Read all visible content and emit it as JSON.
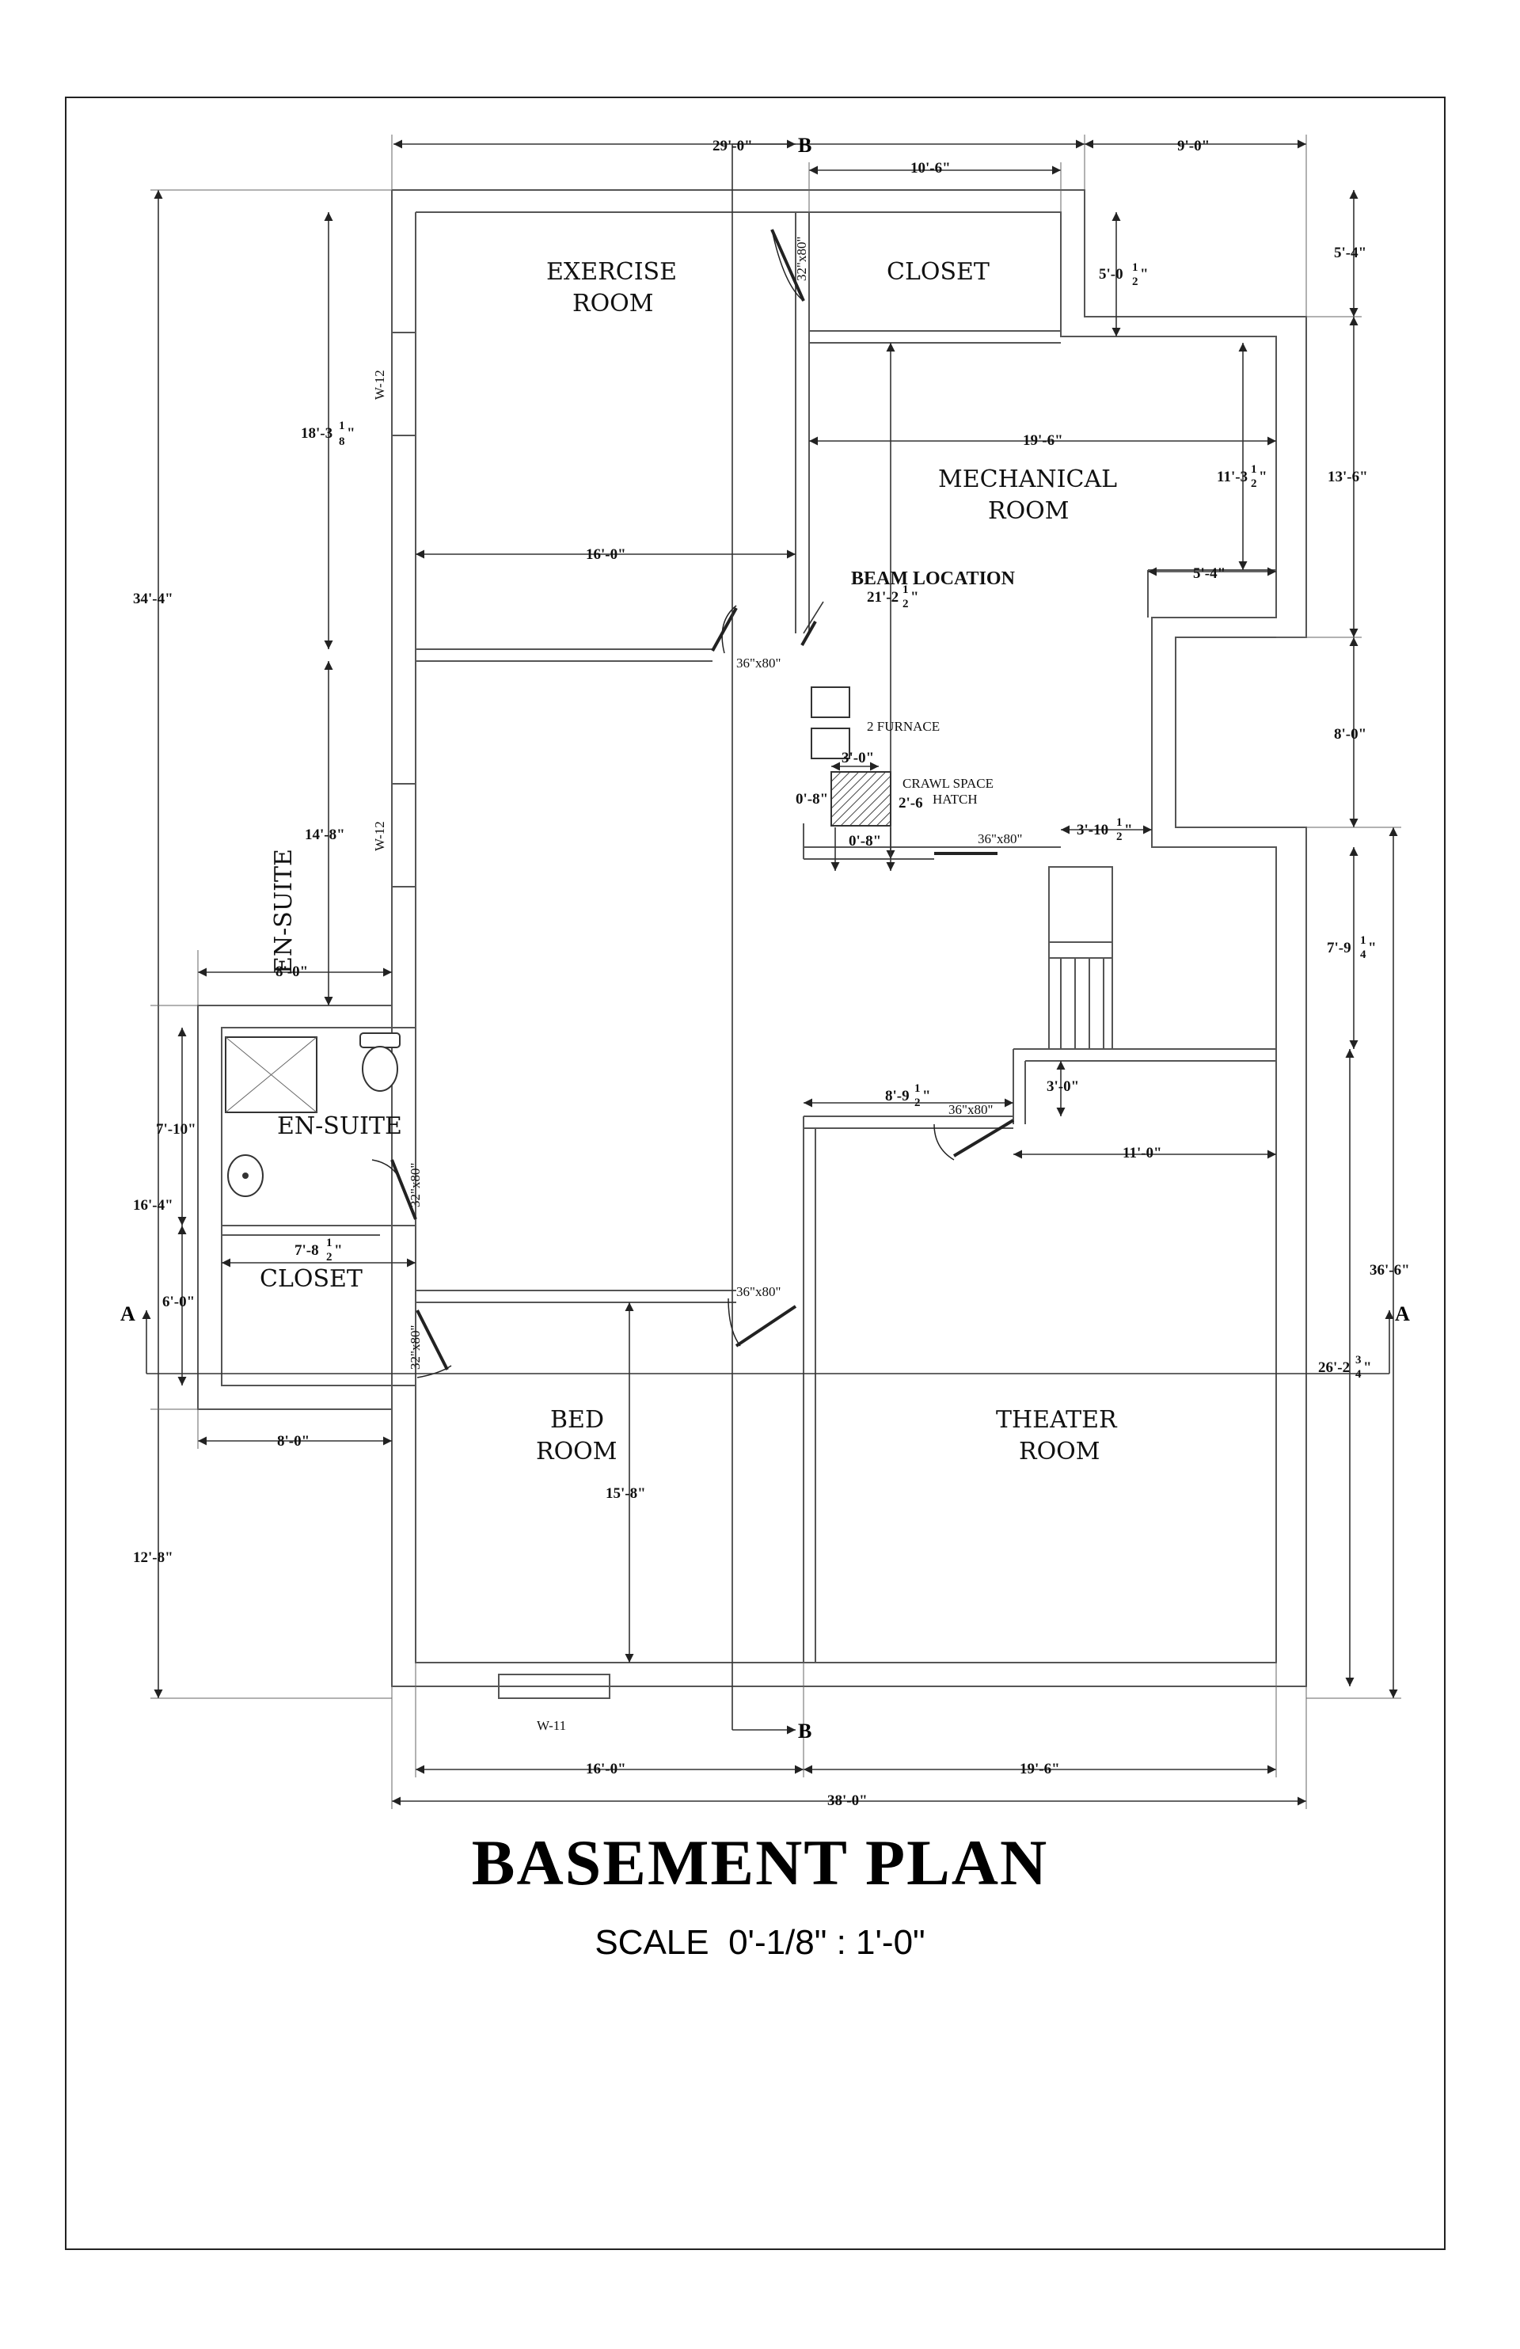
{
  "title": "BASEMENT PLAN",
  "scale": "SCALE  0'-1/8\" : 1'-0\"",
  "rooms": {
    "exercise_1": "EXERCISE",
    "exercise_2": "ROOM",
    "closet_top": "CLOSET",
    "mechanical_1": "MECHANICAL",
    "mechanical_2": "ROOM",
    "ensuite_vertical": "EN-SUITE",
    "ensuite": "EN-SUITE",
    "closet_left": "CLOSET",
    "bed_1": "BED",
    "bed_2": "ROOM",
    "theater_1": "THEATER",
    "theater_2": "ROOM"
  },
  "notes": {
    "beam": "BEAM LOCATION",
    "furnace": "2 FURNACE",
    "crawl_1": "CRAWL SPACE",
    "crawl_2": "HATCH"
  },
  "windows": {
    "w12_top": "W-12",
    "w12_mid": "W-12",
    "w11": "W-11"
  },
  "doors": {
    "d_exercise_closet": "32\"x80\"",
    "d_exercise": "36\"x80\"",
    "d_mech": "36\"x80\"",
    "d_theater_upper": "36\"x80\"",
    "d_ensuite": "32\"x80\"",
    "d_bed_upper": "36\"x80\"",
    "d_bed_lower": "32\"x80\""
  },
  "section_marks": {
    "top_b": "B",
    "bottom_b": "B",
    "left_a": "A",
    "right_a": "A"
  },
  "dims": {
    "top_29": "29'-0\"",
    "top_9": "9'-0\"",
    "top_10_6": "10'-6\"",
    "r_5_0": "5'-0",
    "r_5_0_frac": "1",
    "r_5_0_frac2": "2",
    "r_5_4": "5'-4\"",
    "r_13_6": "13'-6\"",
    "r_8_0": "8'-0\"",
    "r_7_9": "7'-9",
    "r_7_9_f1": "1",
    "r_7_9_f2": "4",
    "r_36_6": "36'-6\"",
    "r_26_2": "26'-2",
    "r_26_2_f1": "3",
    "r_26_2_f2": "4",
    "mech_19_6": "19'-6\"",
    "mech_11_3": "11'-3",
    "mech_11_3_f1": "1",
    "mech_11_3_f2": "2",
    "mech_5_4": "5'-4\"",
    "beam_21_2": "21'-2",
    "beam_21_2_f1": "1",
    "beam_21_2_f2": "2",
    "ex_18_3": "18'-3",
    "ex_18_3_f1": "1",
    "ex_18_3_f2": "8",
    "ex_16_0": "16'-0\"",
    "l_34_4": "34'-4\"",
    "l_14_8": "14'-8\"",
    "l_8_0_top": "8'-0\"",
    "l_7_10": "7'-10\"",
    "l_16_4": "16'-4\"",
    "l_6_0": "6'-0\"",
    "l_7_8": "7'-8",
    "l_7_8_f1": "1",
    "l_7_8_f2": "2",
    "l_8_0_bot": "8'-0\"",
    "l_12_8": "12'-8\"",
    "f_3_0": "3'-0\"",
    "f_0_8a": "0'-8\"",
    "f_2_6": "2'-6",
    "f_0_8b": "0'-8\"",
    "f_3_10": "3'-10",
    "f_3_10_f1": "1",
    "f_3_10_f2": "2",
    "th_8_9": "8'-9",
    "th_8_9_f1": "1",
    "th_8_9_f2": "2",
    "th_3_0": "3'-0\"",
    "th_11_0": "11'-0\"",
    "bed_15_8": "15'-8\"",
    "b_16_0": "16'-0\"",
    "b_19_6": "19'-6\"",
    "b_38_0": "38'-0\""
  }
}
